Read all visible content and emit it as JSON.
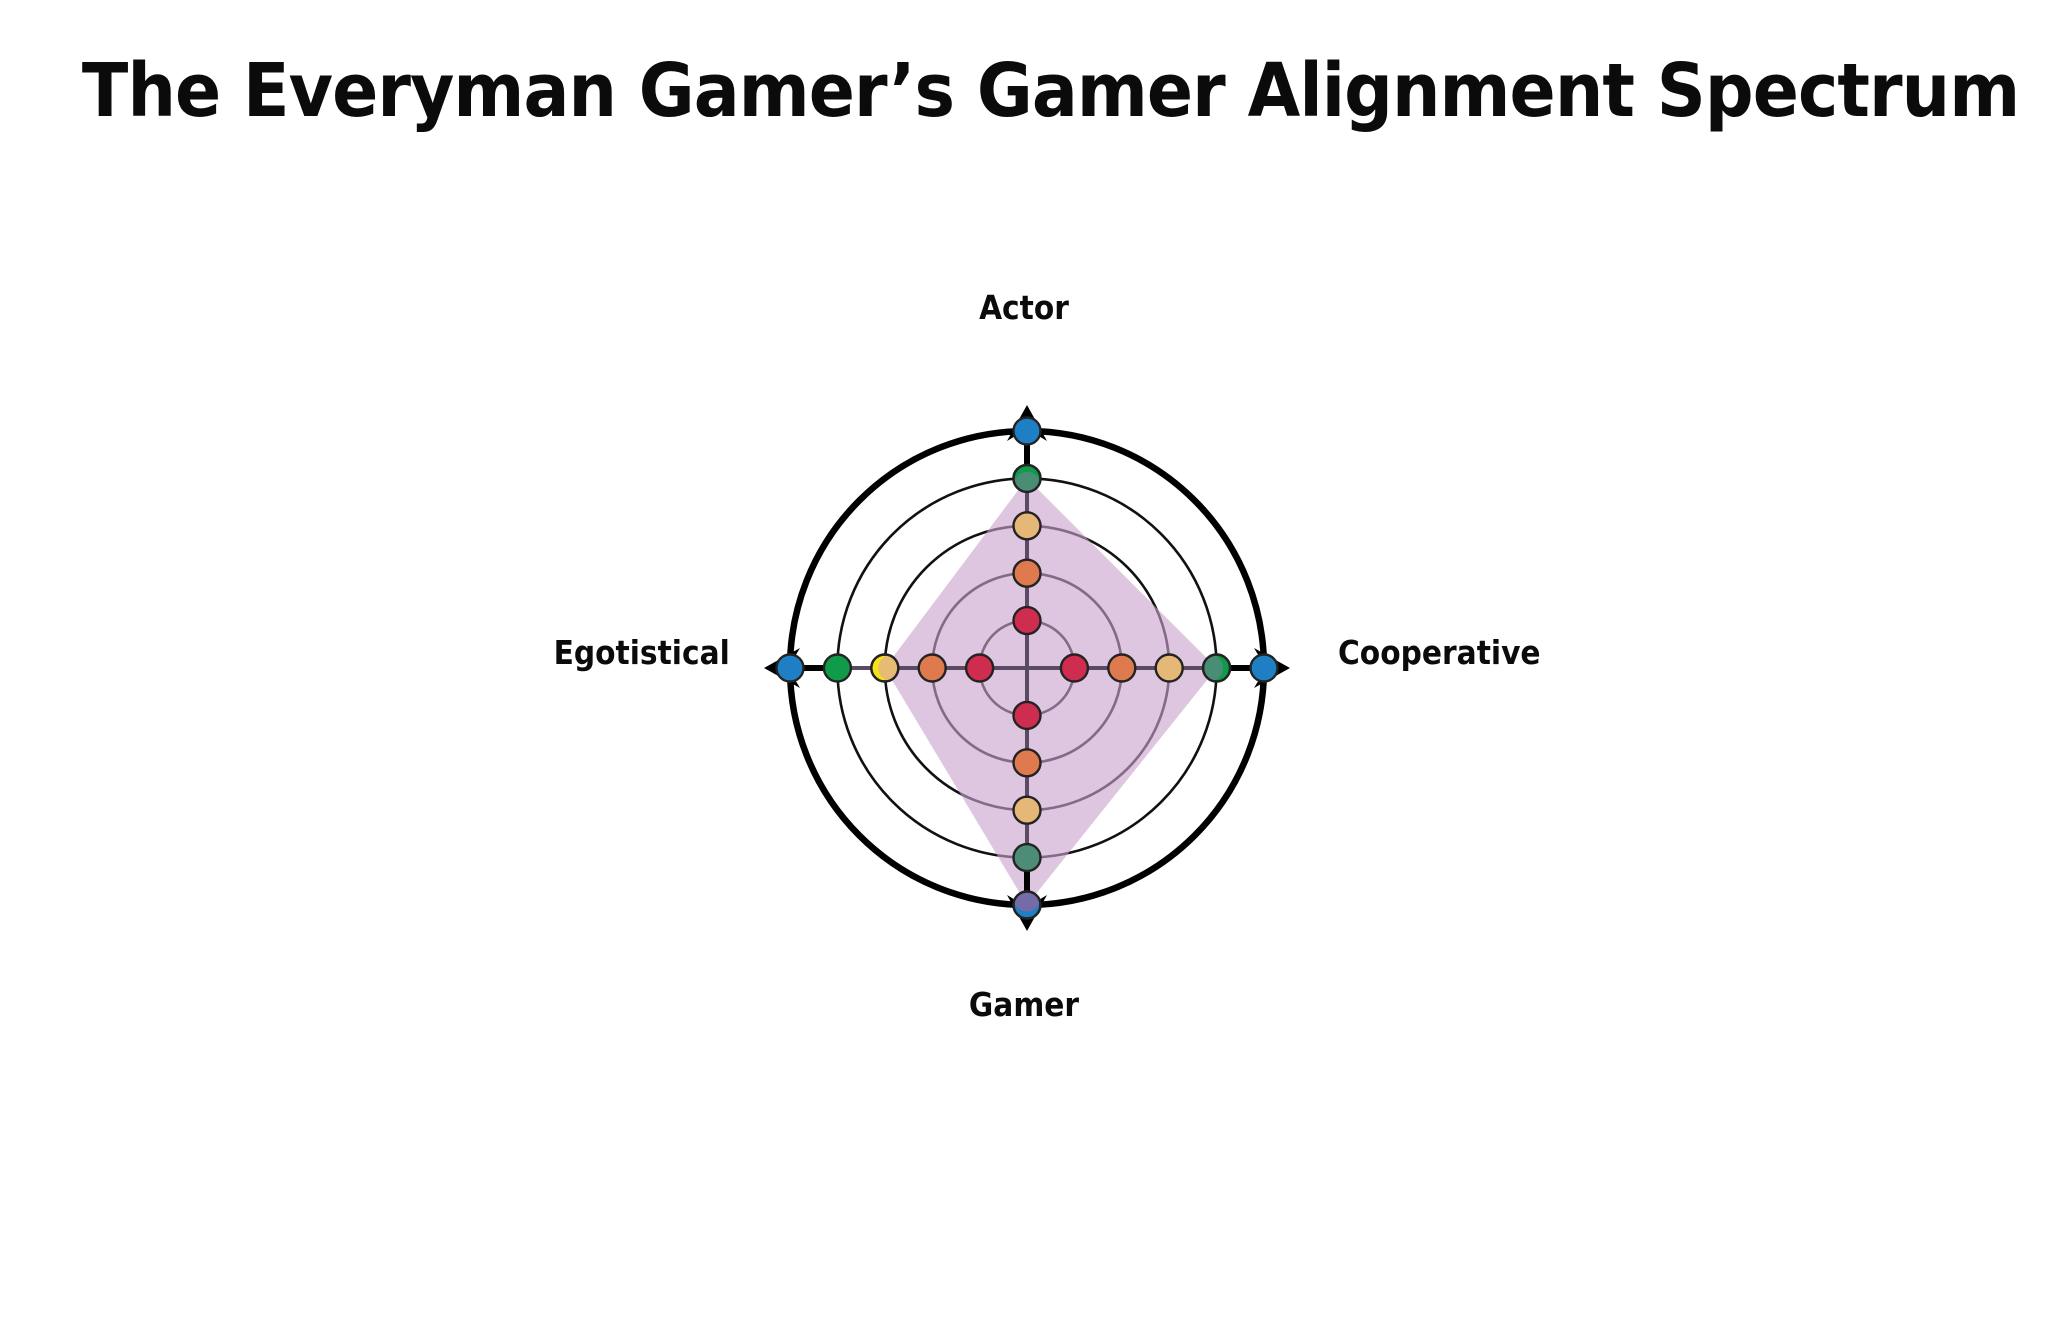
{
  "title": "The Everyman Gamer’s Gamer Alignment Spectrum",
  "axis_labels": {
    "top": "Actor",
    "bottom": "Gamer",
    "left": "Egotistical",
    "right": "Cooperative"
  },
  "colors": {
    "background": "#ffffff",
    "text": "#0b0b0b",
    "outer_circle": "#000000",
    "grid_ring": "#111111",
    "axis_line": "#000000",
    "inner_axis_line": "#5b4a63",
    "polygon_fill": "#c9a2cd",
    "polygon_fill_opacity": "0.62",
    "marker_ring1": "#cf2d4f",
    "marker_ring2": "#de7a4e",
    "marker_ring3": "#e5b878",
    "marker_ring4": "#0f9b4a",
    "marker_ring4_alt": "#4d8c77",
    "marker_ring5": "#1f7fc4",
    "marker_yellow": "#f7e21a",
    "marker_stroke": "#232323"
  },
  "chart_data": {
    "type": "scatter",
    "title": "The Everyman Gamer’s Gamer Alignment Spectrum",
    "subtitle": "",
    "xlabel": "Egotistical ↔ Cooperative",
    "ylabel": "Gamer ↔ Actor",
    "grid": true,
    "legend_position": "none",
    "ring_count": 5,
    "ring_radii": [
      1,
      2,
      3,
      4,
      5
    ],
    "axes": [
      {
        "id": "top",
        "label": "Actor",
        "direction": "up"
      },
      {
        "id": "right",
        "label": "Cooperative",
        "direction": "right"
      },
      {
        "id": "bottom",
        "label": "Gamer",
        "direction": "down"
      },
      {
        "id": "left",
        "label": "Egotistical",
        "direction": "left"
      }
    ],
    "points": [
      {
        "axis": "top",
        "ring": 1,
        "color": "#cf2d4f"
      },
      {
        "axis": "top",
        "ring": 2,
        "color": "#de7a4e"
      },
      {
        "axis": "top",
        "ring": 3,
        "color": "#e5b878"
      },
      {
        "axis": "top",
        "ring": 4,
        "color": "#0f9b4a",
        "overlap": "#4d8c77"
      },
      {
        "axis": "top",
        "ring": 5,
        "color": "#1f7fc4"
      },
      {
        "axis": "right",
        "ring": 1,
        "color": "#cf2d4f"
      },
      {
        "axis": "right",
        "ring": 2,
        "color": "#de7a4e"
      },
      {
        "axis": "right",
        "ring": 3,
        "color": "#e5b878"
      },
      {
        "axis": "right",
        "ring": 4,
        "color": "#0f9b4a",
        "overlap": "#4d8c77"
      },
      {
        "axis": "right",
        "ring": 5,
        "color": "#1f7fc4"
      },
      {
        "axis": "bottom",
        "ring": 1,
        "color": "#cf2d4f"
      },
      {
        "axis": "bottom",
        "ring": 2,
        "color": "#de7a4e"
      },
      {
        "axis": "bottom",
        "ring": 3,
        "color": "#e5b878"
      },
      {
        "axis": "bottom",
        "ring": 4,
        "color": "#4d8c77"
      },
      {
        "axis": "bottom",
        "ring": 5,
        "color": "#1f7fc4",
        "overlap": "#7b6aa8"
      },
      {
        "axis": "left",
        "ring": 1,
        "color": "#cf2d4f"
      },
      {
        "axis": "left",
        "ring": 2,
        "color": "#de7a4e"
      },
      {
        "axis": "left",
        "ring": 3,
        "color": "#f7e21a",
        "overlap": "#e5b878"
      },
      {
        "axis": "left",
        "ring": 4,
        "color": "#0f9b4a"
      },
      {
        "axis": "left",
        "ring": 5,
        "color": "#1f7fc4"
      }
    ],
    "polygon_vertices": [
      {
        "axis": "top",
        "ring": 4
      },
      {
        "axis": "right",
        "ring": 4
      },
      {
        "axis": "bottom",
        "ring": 5
      },
      {
        "axis": "left",
        "ring": 3
      }
    ]
  }
}
